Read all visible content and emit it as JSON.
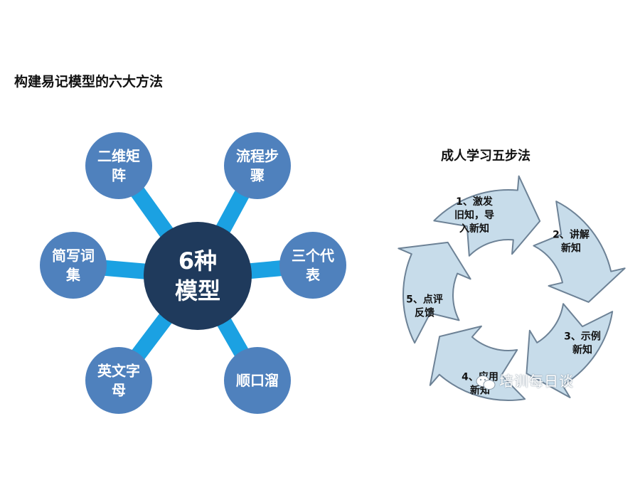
{
  "title": "构建易记模型的六大方法",
  "hub": {
    "center_lines": [
      "6种",
      "模型"
    ],
    "nodes": [
      {
        "lines": [
          "二维矩",
          "阵"
        ]
      },
      {
        "lines": [
          "流程步",
          "骤"
        ]
      },
      {
        "lines": [
          "三个代",
          "表"
        ]
      },
      {
        "lines": [
          "顺口溜"
        ]
      },
      {
        "lines": [
          "英文字",
          "母"
        ]
      },
      {
        "lines": [
          "简写词",
          "集"
        ]
      }
    ],
    "colors": {
      "center": "#1f3a5c",
      "node": "#4f81bd",
      "spoke": "#1ba1e2",
      "text": "#ffffff"
    }
  },
  "cycle": {
    "title": "成人学习五步法",
    "steps": [
      {
        "lines": [
          "1、激发",
          "旧知，导",
          "入新知"
        ]
      },
      {
        "lines": [
          "2、讲解",
          "新知"
        ]
      },
      {
        "lines": [
          "3、示例",
          "新知"
        ]
      },
      {
        "lines": [
          "4、应用",
          "新知"
        ]
      },
      {
        "lines": [
          "5、点评",
          "反馈"
        ]
      }
    ],
    "colors": {
      "fill": "#c7dcea",
      "stroke": "#6d8296",
      "text": "#111111"
    }
  },
  "watermark": {
    "text": "培训每日谈",
    "icon": "wechat-icon"
  }
}
